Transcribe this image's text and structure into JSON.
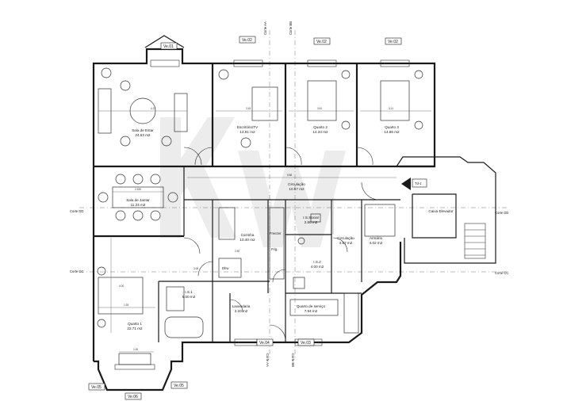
{
  "rooms": [
    {
      "name": "Sala de Estar",
      "area": "24.53 m2"
    },
    {
      "name": "Escritório/TV",
      "area": "14.91 m2"
    },
    {
      "name": "Quarto 2",
      "area": "14.34 m2"
    },
    {
      "name": "Quarto 3",
      "area": "14.86 m2"
    },
    {
      "name": "Circulação",
      "area": "10.57 m2"
    },
    {
      "name": "Sala de Jantar",
      "area": "11.24 m2"
    },
    {
      "name": "Cozinha",
      "area": "10.40 m2"
    },
    {
      "name": "I.S.Social",
      "area": "2.86 m2"
    },
    {
      "name": "Circulação",
      "area": "4.67 m2"
    },
    {
      "name": "Armário",
      "area": "4.02 m2"
    },
    {
      "name": "I.S.2",
      "area": "4.00 m2"
    },
    {
      "name": "I.S.1",
      "area": "5.00 m2"
    },
    {
      "name": "Lavandaria",
      "area": "2.20 m2"
    },
    {
      "name": "Quarto de serviço",
      "area": "7.94 m2"
    },
    {
      "name": "Quarto 1",
      "area": "22.71 m2"
    },
    {
      "name": "Caixa Elevador",
      "area": ""
    }
  ],
  "window_tags": [
    "Ve.01",
    "Ve.02",
    "Ve.02",
    "Ve.02",
    "Ve.03",
    "Ve.04",
    "Ve.05",
    "Ve.06",
    "Ve.05"
  ],
  "door_tag": "Td-1",
  "section_tags": {
    "corte_aa": "Corte AA",
    "corte_bb": "Corte BB",
    "corte_cc": "Corte CC",
    "corte_dd": "Corte DD"
  },
  "fixtures": {
    "fridge": "Frig.",
    "freezer": "Freezer",
    "dishwasher": "Dhw"
  },
  "dimensions": [
    "4.17",
    "3.15",
    "3.61",
    "3.11",
    "8.88",
    "2.330",
    "4.00",
    "1.93",
    "3.06",
    "2.50",
    "1.00"
  ],
  "watermark": "KW",
  "colors": {
    "wall": "#1a1a1a",
    "watermark": "#e9e9e9"
  }
}
